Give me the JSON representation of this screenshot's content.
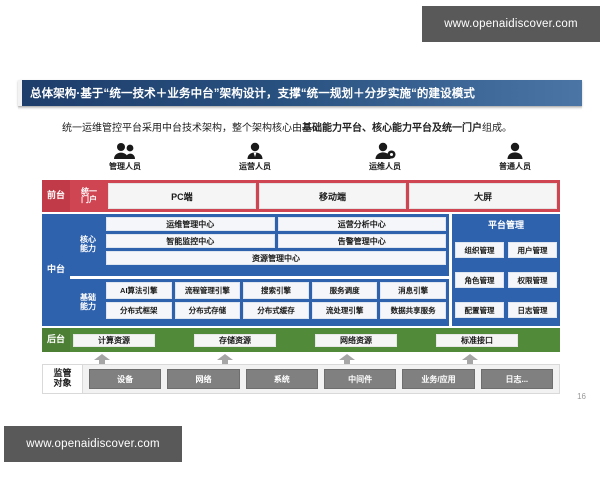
{
  "watermark": {
    "top": "www.openaidiscover.com",
    "bottom": "www.openaidiscover.com"
  },
  "slide": {
    "title": "总体架构·基于“统一技术＋业务中台”架构设计，支撑“统一规划＋分步实施“的建设模式",
    "subtitle_prefix": "统一运维管控平台采用中台技术架构，整个架构核心由",
    "subtitle_bold": "基础能力平台、核心能力平台及统一门户",
    "subtitle_suffix": "组成。",
    "page_number": "16"
  },
  "personas": [
    {
      "label": "管理人员",
      "icon": "users-group-icon"
    },
    {
      "label": "运营人员",
      "icon": "user-tie-icon"
    },
    {
      "label": "运维人员",
      "icon": "user-gear-icon"
    },
    {
      "label": "普通人员",
      "icon": "user-icon"
    }
  ],
  "front": {
    "tag": "前台",
    "sub_tag": "统一\n门户",
    "cards": [
      "PC端",
      "移动端",
      "大屏"
    ]
  },
  "middle": {
    "tag": "中台",
    "core": {
      "label": "核心\n能力",
      "row1": [
        "运维管理中心",
        "运营分析中心"
      ],
      "row2": [
        "智能监控中心",
        "告警管理中心"
      ],
      "row3": [
        "资源管理中心"
      ]
    },
    "base": {
      "label": "基础\n能力",
      "row1": [
        "AI算法引擎",
        "流程管理引擎",
        "搜索引擎",
        "服务调度",
        "消息引擎"
      ],
      "row2": [
        "分布式框架",
        "分布式存储",
        "分布式缓存",
        "流处理引擎",
        "数据共享服务"
      ]
    },
    "platform": {
      "title": "平台管理",
      "rows": [
        [
          "组织管理",
          "用户管理"
        ],
        [
          "角色管理",
          "权限管理"
        ],
        [
          "配置管理",
          "日志管理"
        ]
      ]
    }
  },
  "back": {
    "tag": "后台",
    "cards": [
      "计算资源",
      "存储资源",
      "网络资源",
      "标准接口"
    ]
  },
  "supervision": {
    "tag": "监管\n对象",
    "cards": [
      "设备",
      "网络",
      "系统",
      "中间件",
      "业务/应用",
      "日志..."
    ]
  },
  "colors": {
    "front": "#cf4552",
    "middle": "#2f62ad",
    "back": "#518a38",
    "supervision": "#808080",
    "title_band": "#1e3d6b",
    "watermark_bg": "#595959"
  }
}
